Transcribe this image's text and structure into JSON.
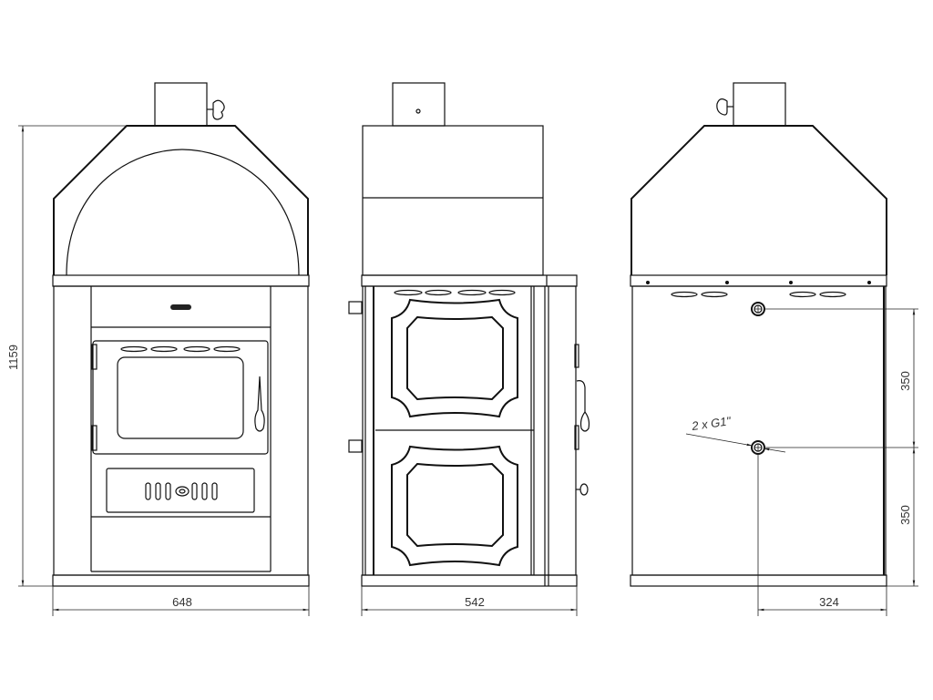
{
  "drawing": {
    "views": [
      "front",
      "side",
      "back"
    ],
    "dimensions": {
      "height": "1159",
      "front_width": "648",
      "side_depth": "542",
      "pipe_offset": "324",
      "upper_spacing": "350",
      "lower_spacing": "350"
    },
    "connection_label": "2 x G1\""
  }
}
